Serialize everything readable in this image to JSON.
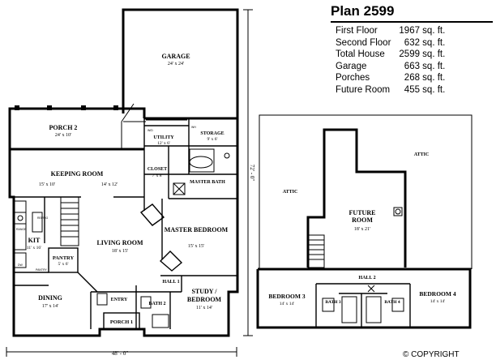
{
  "plan": {
    "title": "Plan 2599",
    "areas": [
      {
        "label": "First Floor",
        "value": "1967 sq. ft."
      },
      {
        "label": "Second Floor",
        "value": "632 sq. ft."
      },
      {
        "label": "Total House",
        "value": "2599 sq. ft."
      },
      {
        "label": "Garage",
        "value": "663 sq. ft."
      },
      {
        "label": "Porches",
        "value": "268 sq. ft."
      },
      {
        "label": "Future Room",
        "value": "455 sq. ft."
      }
    ]
  },
  "first_floor": {
    "garage": {
      "name": "GARAGE",
      "size": "24' x 24'"
    },
    "porch2": {
      "name": "PORCH 2",
      "size": "24' x 10'"
    },
    "utility": {
      "name": "UTILITY",
      "size": "12' x 6'"
    },
    "storage": {
      "name": "STORAGE",
      "size": "9' x 6'"
    },
    "keeping_room": {
      "name": "KEEPING ROOM",
      "size_left": "15' x 10'",
      "size_right": "14' x 12'"
    },
    "closet": {
      "name": "CLOSET",
      "size": "7' x 8'"
    },
    "master_bath": {
      "name": "MASTER BATH"
    },
    "kit": {
      "name": "KIT",
      "size": "11' x 16'"
    },
    "living_room": {
      "name": "LIVING ROOM",
      "size": "18' x 15'"
    },
    "master_bedroom": {
      "name": "MASTER BEDROOM",
      "size": "15' x 15'"
    },
    "pantry": {
      "name": "PANTRY",
      "size": "5' x 6'"
    },
    "hall1": {
      "name": "HALL 1"
    },
    "dining": {
      "name": "DINING",
      "size": "17' x 14'"
    },
    "entry": {
      "name": "ENTRY"
    },
    "bath2": {
      "name": "BATH 2"
    },
    "study": {
      "name_1": "STUDY /",
      "name_2": "BEDROOM",
      "size": "11' x 14'"
    },
    "porch1": {
      "name": "PORCH 1"
    },
    "width_dim": "48' - 0\"",
    "depth_dim": "72' - 0\"",
    "fixtures": {
      "refrig": "REFRIG",
      "dw": "DW",
      "range": "RANGE",
      "pantry_label": "PANTRY",
      "wh": "WH",
      "wd": "W/D"
    }
  },
  "second_floor": {
    "attic_left": "ATTIC",
    "attic_right": "ATTIC",
    "future_room": {
      "name_1": "FUTURE",
      "name_2": "ROOM",
      "size": "18' x 21'"
    },
    "hall2": {
      "name": "HALL 2"
    },
    "bedroom3": {
      "name": "BEDROOM 3",
      "size": "14' x 14'"
    },
    "bedroom4": {
      "name": "BEDROOM 4",
      "size": "14' x 14'"
    },
    "bath3": {
      "name": "BATH 3"
    },
    "bath4": {
      "name": "BATH 4"
    }
  },
  "copyright": "© COPYRIGHT"
}
